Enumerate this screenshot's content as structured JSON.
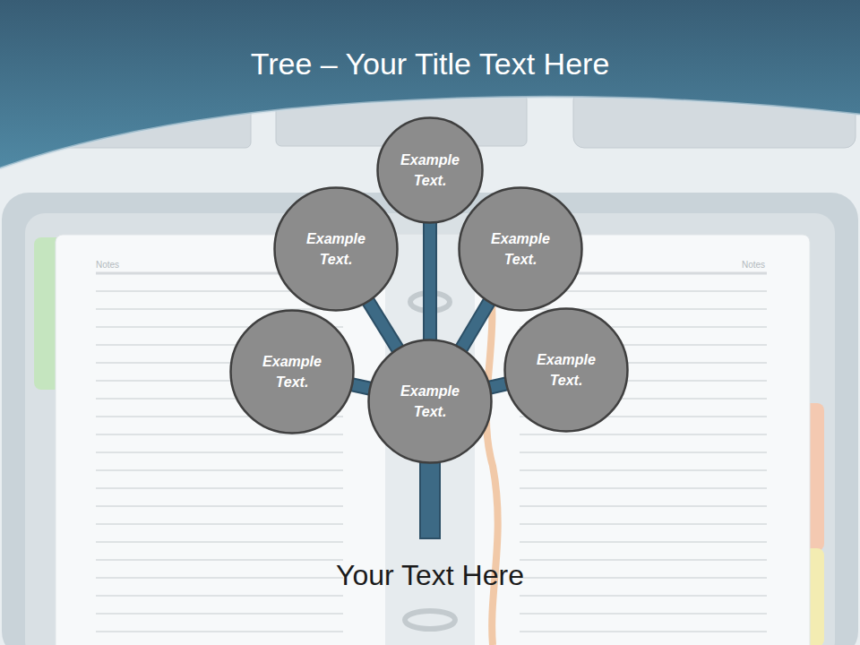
{
  "diagram": {
    "title": "Tree – Your Title Text Here",
    "caption": "Your Text Here",
    "nodes": [
      {
        "text": [
          "Example Text."
        ]
      },
      {
        "text": [
          "Example Text."
        ]
      },
      {
        "text": [
          "Example Text."
        ]
      },
      {
        "text": [
          "Example Text."
        ]
      },
      {
        "text": [
          "Example Text."
        ]
      },
      {
        "text": [
          "Example Text."
        ]
      }
    ],
    "edges": [
      {
        "from": 4,
        "to": 0,
        "arrow": "none"
      },
      {
        "from": 4,
        "to": 1,
        "arrow": "none"
      },
      {
        "from": 4,
        "to": 2,
        "arrow": "none"
      },
      {
        "from": 4,
        "to": 3,
        "arrow": "none"
      },
      {
        "from": 4,
        "to": 5,
        "arrow": "none"
      }
    ],
    "labels": [
      "Notes",
      "Notes"
    ]
  }
}
